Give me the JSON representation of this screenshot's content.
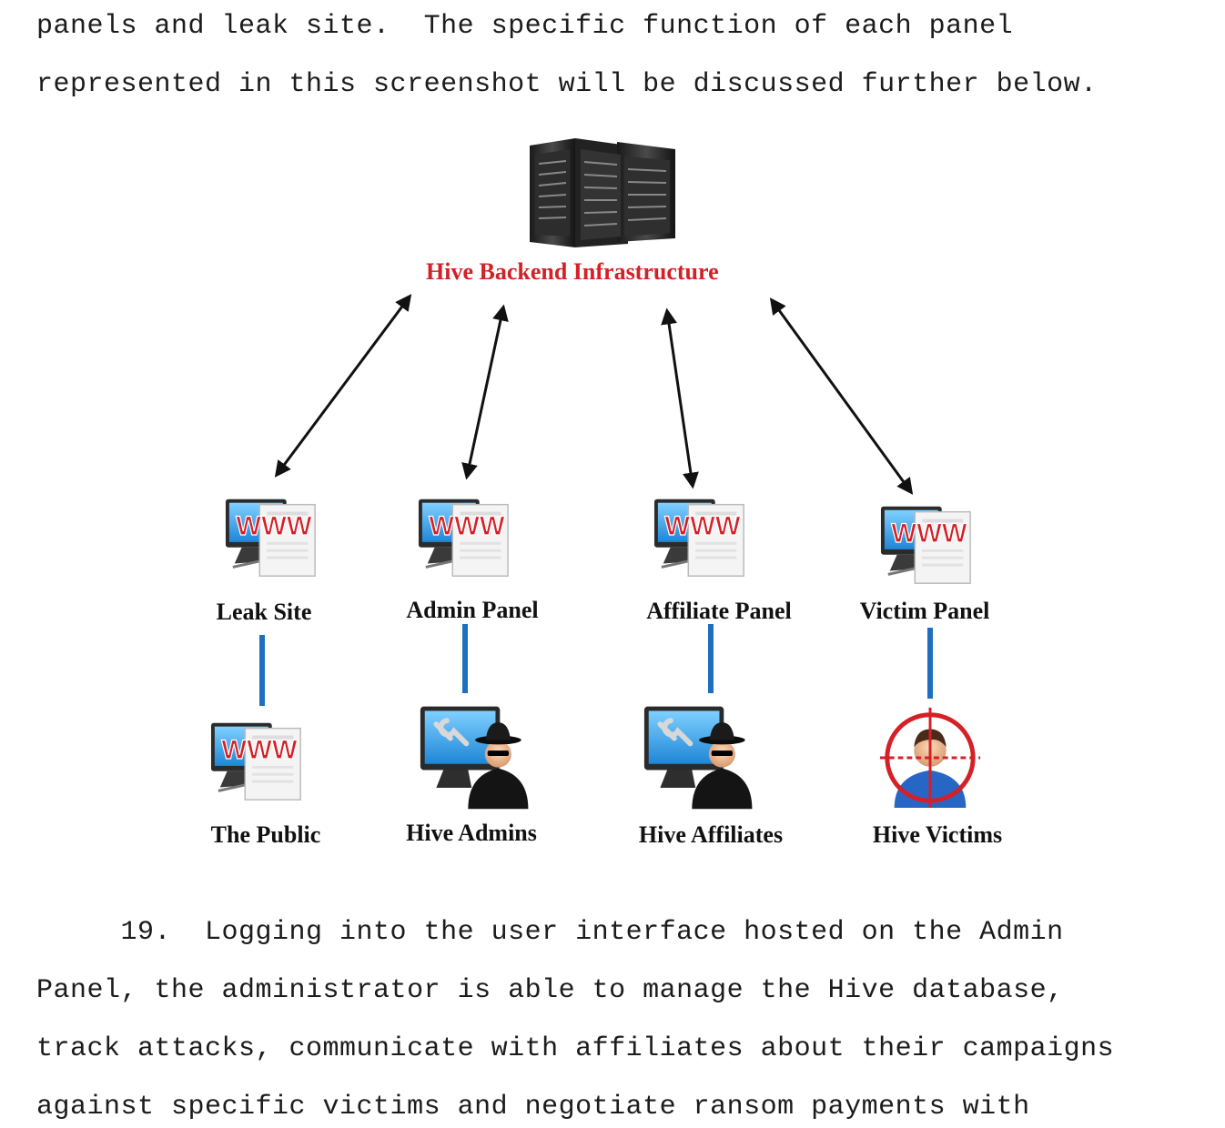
{
  "document": {
    "intro_lines": [
      "panels and leak site.  The specific function of each panel",
      "represented in this screenshot will be discussed further below."
    ],
    "paragraph_19_lines": [
      "     19.  Logging into the user interface hosted on the Admin",
      "Panel, the administrator is able to manage the Hive database,",
      "track attacks, communicate with affiliates about their campaigns",
      "against specific victims and negotiate ransom payments with"
    ]
  },
  "diagram": {
    "backend": {
      "label": "Hive Backend Infrastructure",
      "icon": "server-rack-icon",
      "color": "#d42026"
    },
    "panels": [
      {
        "label": "Leak Site",
        "icon": "www-browser-icon"
      },
      {
        "label": "Admin Panel",
        "icon": "www-browser-icon"
      },
      {
        "label": "Affiliate Panel",
        "icon": "www-browser-icon"
      },
      {
        "label": "Victim Panel",
        "icon": "www-browser-icon"
      }
    ],
    "users": [
      {
        "label": "The Public",
        "icon": "www-browser-icon"
      },
      {
        "label": "Hive Admins",
        "icon": "hacker-monitor-icon"
      },
      {
        "label": "Hive Affiliates",
        "icon": "hacker-monitor-icon"
      },
      {
        "label": "Hive Victims",
        "icon": "target-person-icon"
      }
    ],
    "connector_color": "#1f6fc0"
  }
}
